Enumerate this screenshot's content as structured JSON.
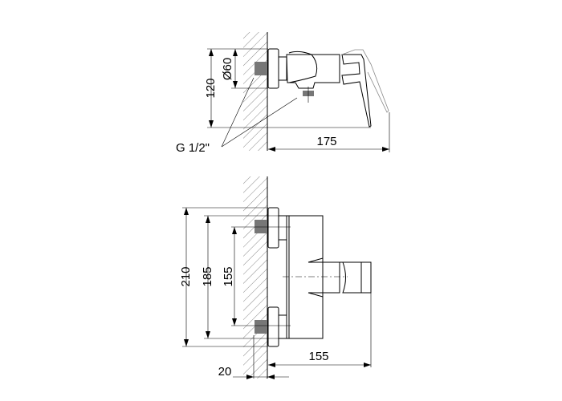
{
  "top_view": {
    "dim_height": "120",
    "dim_diameter": "Ø60",
    "dim_depth": "175",
    "thread_label": "G 1/2\""
  },
  "front_view": {
    "dim_total_height": "210",
    "dim_body_height": "185",
    "dim_centers": "155",
    "dim_projection": "155",
    "dim_offset": "20"
  }
}
